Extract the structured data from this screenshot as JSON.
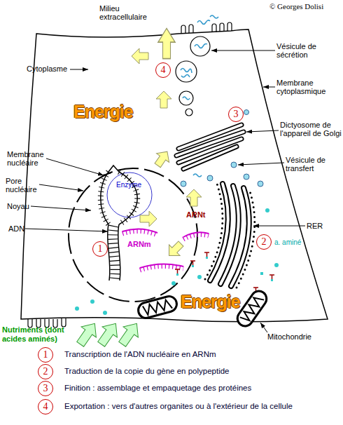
{
  "diagram": {
    "nodes": [
      {
        "text": [
          "4"
        ]
      },
      {
        "text": [
          "3"
        ]
      },
      {
        "text": [
          "1"
        ]
      },
      {
        "text": [
          "2"
        ]
      },
      {
        "text": [
          "1"
        ]
      },
      {
        "text": [
          "2"
        ]
      },
      {
        "text": [
          "3"
        ]
      },
      {
        "text": [
          "4"
        ]
      }
    ],
    "labels": [
      "© Georges Dolisi",
      "Milieu extracellulaire",
      "Vésicule de sécrétion",
      "Cytoplasme",
      "Membrane cytoplasmique",
      "Energie",
      "Dictyosome de l'appareil de Golgi",
      "Membrane nucléaire",
      "Vésicule de transfert",
      "Pore nucléaire",
      "Enzyme",
      "Noyau",
      "ARNt",
      "RER",
      "ADN",
      "a. aminé",
      "ARNm",
      "Energie",
      "Nutriments (dont acides aminés)",
      "Mitochondrie",
      "Transcription de l'ADN nucléaire en ARNm",
      "Traduction de la copie du gène en polypeptide",
      "Finition : assemblage et empaquetage des protéines",
      "Exportation : vers d'autres organites ou à l'extérieur de la cellule"
    ]
  }
}
